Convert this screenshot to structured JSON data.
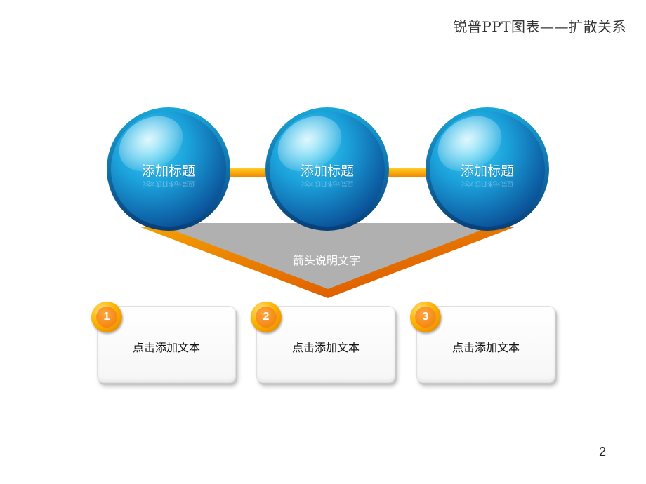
{
  "header": {
    "title": "锐普PPT图表——扩散关系"
  },
  "spheres": [
    {
      "label": "添加标题"
    },
    {
      "label": "添加标题"
    },
    {
      "label": "添加标题"
    }
  ],
  "arrow": {
    "label": "箭头说明文字"
  },
  "boxes": [
    {
      "number": "1",
      "text": "点击添加文本"
    },
    {
      "number": "2",
      "text": "点击添加文本"
    },
    {
      "number": "3",
      "text": "点击添加文本"
    }
  ],
  "footer": {
    "page_number": "2"
  },
  "colors": {
    "sphere_blue": "#1a8fd0",
    "connector_orange": "#f5a000",
    "arrow_gray": "#b0b0b0",
    "arrow_border_orange": "#e86a00",
    "badge_orange": "#ffb400"
  }
}
